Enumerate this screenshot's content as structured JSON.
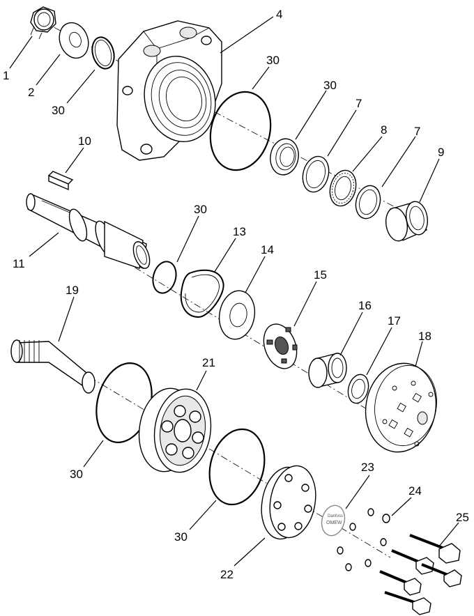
{
  "labels": {
    "l1": "1",
    "l2": "2",
    "l30a": "30",
    "l4": "4",
    "l30b": "30",
    "l30c": "30",
    "l7a": "7",
    "l8": "8",
    "l7b": "7",
    "l9": "9",
    "l10": "10",
    "l11": "11",
    "l30d": "30",
    "l13": "13",
    "l14": "14",
    "l15": "15",
    "l16": "16",
    "l17": "17",
    "l18": "18",
    "l19": "19",
    "l21": "21",
    "l30e": "30",
    "l30f": "30",
    "l22": "22",
    "l23": "23",
    "l24": "24",
    "l25": "25"
  },
  "plate_marking": {
    "brand": "Danfoss",
    "text": "OMEW"
  }
}
